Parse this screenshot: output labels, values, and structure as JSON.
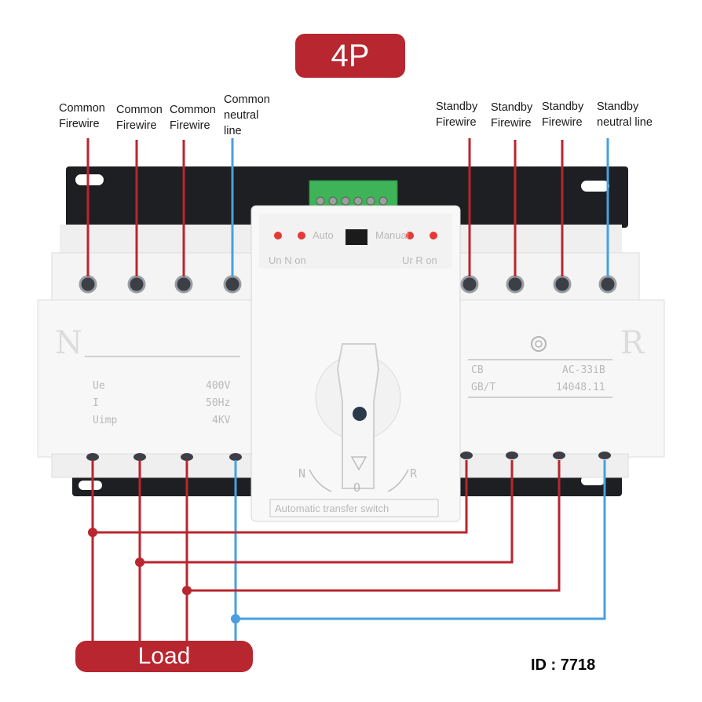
{
  "header": {
    "badge": "4P"
  },
  "labels": {
    "common": [
      {
        "line1": "Common",
        "line2": "Firewire",
        "line3": ""
      },
      {
        "line1": "Common",
        "line2": "Firewire",
        "line3": ""
      },
      {
        "line1": "Common",
        "line2": "Firewire",
        "line3": ""
      },
      {
        "line1": "Common",
        "line2": "neutral",
        "line3": "line"
      }
    ],
    "standby": [
      {
        "line1": "Standby",
        "line2": "Firewire"
      },
      {
        "line1": "Standby",
        "line2": "Firewire"
      },
      {
        "line1": "Standby",
        "line2": "Firewire"
      },
      {
        "line1": "Standby",
        "line2": "neutral line"
      }
    ]
  },
  "device": {
    "left_letter": "N",
    "right_letter": "R",
    "auto_label": "Auto",
    "manual_label": "Manual",
    "left_leds": "Un N on",
    "right_leds": "Ur R on",
    "specs": [
      {
        "name": "Ue",
        "value": "400V"
      },
      {
        "name": "I",
        "value": "50Hz"
      },
      {
        "name": "Uimp",
        "value": "4KV"
      }
    ],
    "cert": [
      {
        "name": "CB",
        "value": "AC-33iB"
      },
      {
        "name": "GB/T",
        "value": "14048.11"
      }
    ],
    "dial_n": "N",
    "dial_o": "O",
    "dial_r": "R",
    "product_name": "Automatic transfer switch"
  },
  "footer": {
    "load_label": "Load",
    "id_text": "ID : 7718"
  },
  "colors": {
    "live": "#b8262f",
    "neutral": "#4a9fe0",
    "badge": "#b8262f",
    "rail": "#1e1f22"
  }
}
